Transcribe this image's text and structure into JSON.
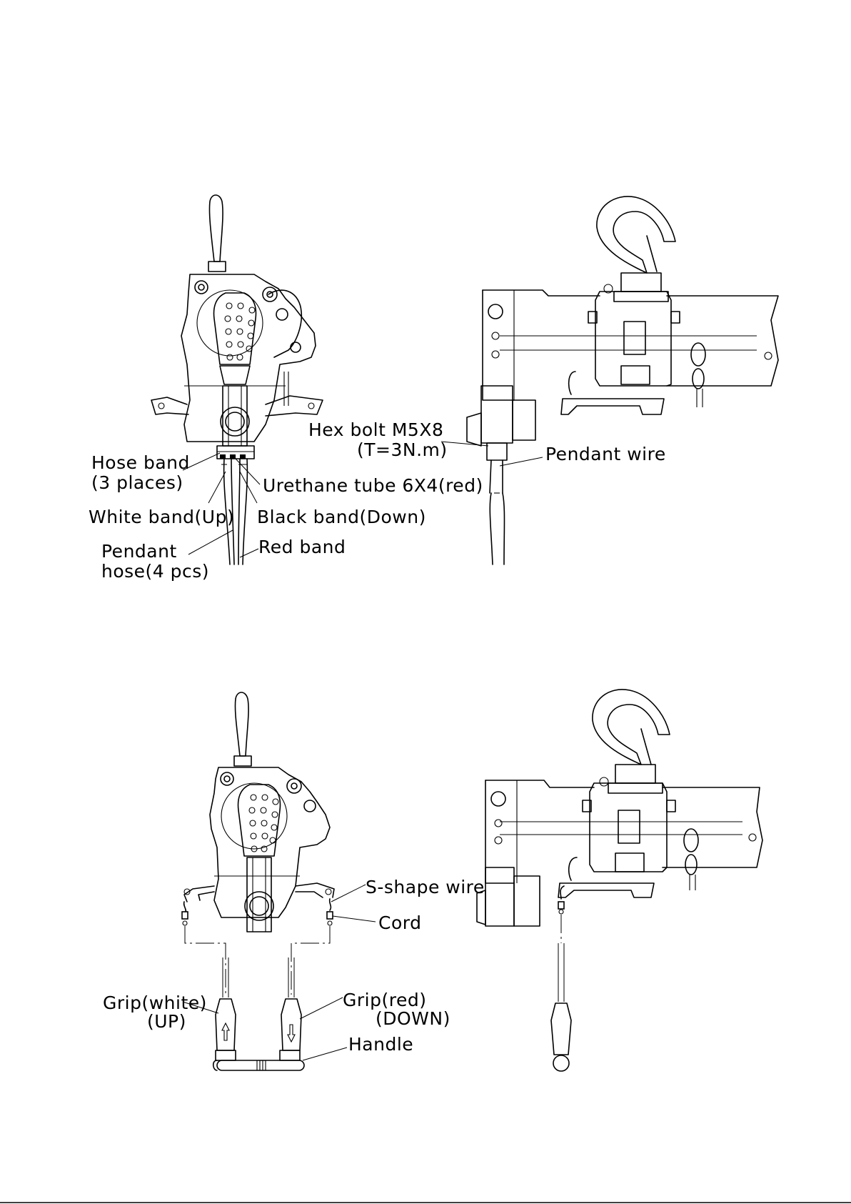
{
  "labels": {
    "hose_band": [
      "Hose band",
      "(3 places)"
    ],
    "white_band": "White band(Up)",
    "pendant_hose": [
      "Pendant",
      "hose(4 pcs)"
    ],
    "urethane_tube": "Urethane tube 6X4(red)",
    "black_band": "Black band(Down)",
    "red_band": "Red band",
    "hex_bolt": [
      "Hex bolt M5X8",
      "(T=3N.m)"
    ],
    "pendant_wire": "Pendant wire",
    "s_shape_wire": "S-shape wire",
    "cord": "Cord",
    "grip_white": [
      "Grip(white)",
      "(UP)"
    ],
    "grip_red": [
      "Grip(red)",
      "(DOWN)"
    ],
    "handle": "Handle"
  }
}
